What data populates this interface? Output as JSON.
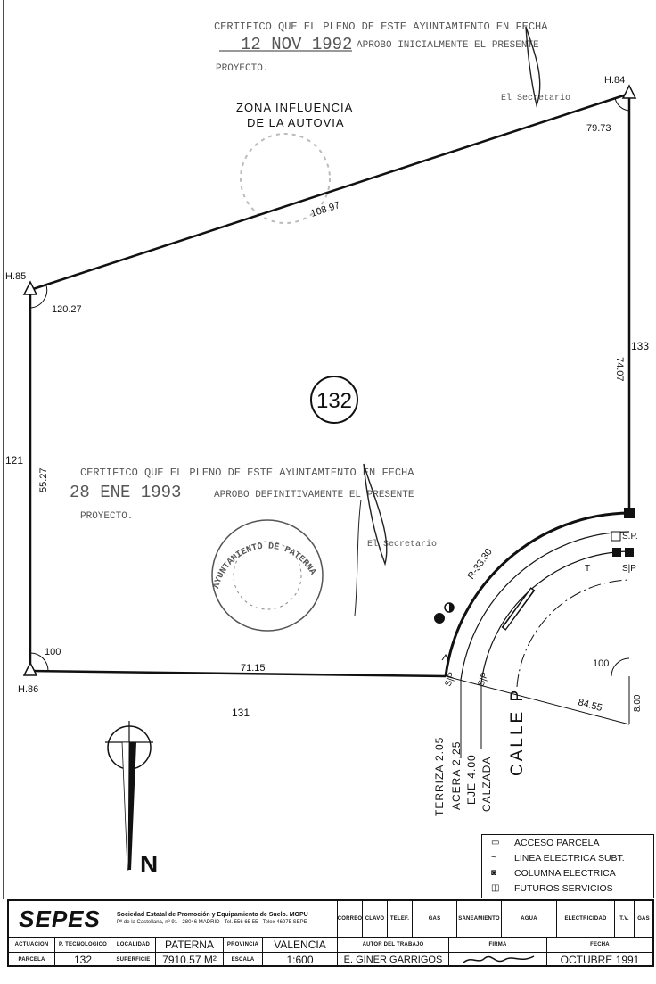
{
  "stamps": {
    "top": {
      "line1": "CERTIFICO QUE EL PLENO DE ESTE AYUNTAMIENTO EN FECHA",
      "date": "12 NOV 1992",
      "line2": "APROBO INICIALMENTE EL PRESENTE",
      "line3": "PROYECTO.",
      "signer": "El Secretario"
    },
    "middle": {
      "line1": "CERTIFICO QUE EL PLENO DE ESTE AYUNTAMIENTO EN FECHA",
      "date": "28 ENE 1993",
      "line2": "APROBO DEFINITIVAMENTE EL PRESENTE",
      "line3": "PROYECTO.",
      "signer": "El Secretario",
      "seal_text": "AYUNTAMIENTO DE PATERNA"
    }
  },
  "plan": {
    "zone_label_1": "ZONA   INFLUENCIA",
    "zone_label_2": "DE LA AUTOVIA",
    "parcel_number": "132",
    "vertices": {
      "h84": "H.84",
      "h85": "H.85",
      "h86": "H.86"
    },
    "angles": {
      "h84": "79.73",
      "h85": "120.27",
      "h86": "100",
      "corner": "100",
      "arc": "84.55"
    },
    "lengths": {
      "top": "108.97",
      "right": "74.07",
      "left": "55.27",
      "bottom": "71.15",
      "radius": "R-33.30",
      "east_small": "8.00"
    },
    "neighbors": {
      "right": "133",
      "left": "121",
      "bottom": "131"
    },
    "street": "CALLE P",
    "section_labels": {
      "terraza": "TERRIZA  2.05",
      "acera": "ACERA  2.25",
      "eje": "EJE       4.00",
      "calzada": "CALZADA"
    },
    "sp_labels": [
      "S.P.",
      "S|P",
      "S|P",
      "S|P"
    ],
    "t_label": "T",
    "north": "N"
  },
  "legend": {
    "items": [
      {
        "symbol": "▭",
        "label": "ACCESO PARCELA"
      },
      {
        "symbol": "~",
        "label": "LINEA ELECTRICA SUBT."
      },
      {
        "symbol": "◙",
        "label": "COLUMNA ELECTRICA"
      },
      {
        "symbol": "◫",
        "label": "FUTUROS SERVICIOS"
      }
    ]
  },
  "title_block": {
    "logo": "SEPES",
    "org_name": "Sociedad Estatal de Promoción y Equipamiento de Suelo. MOPU",
    "org_address": "Pº de la Castellana, nº 91 · 28046 MADRID · Tel. 556 65 55 · Telex 46975 SEPE",
    "services": [
      "CORREO",
      "CLAVO",
      "TELEF.",
      "GAS",
      "SANEAMIENTO",
      "AGUA",
      "ELECTRICIDAD",
      "T.V.",
      "GAS"
    ],
    "actuacion_label": "ACTUACION",
    "parcela_label": "PARCELA",
    "parcela_value": "132",
    "proyecto_label": "P. TECNOLOGICO",
    "localidad_label": "LOCALIDAD",
    "localidad_value": "PATERNA",
    "superficie_label": "SUPERFICIE",
    "superficie_value": "7910.57 M²",
    "provincia_label": "PROVINCIA",
    "provincia_value": "VALENCIA",
    "escala_label": "ESCALA",
    "escala_value": "1:600",
    "autor_label": "AUTOR DEL TRABAJO",
    "autor_value": "E. GINER GARRIGOS",
    "firma_label": "FIRMA",
    "fecha_label": "FECHA",
    "fecha_value": "OCTUBRE 1991"
  }
}
